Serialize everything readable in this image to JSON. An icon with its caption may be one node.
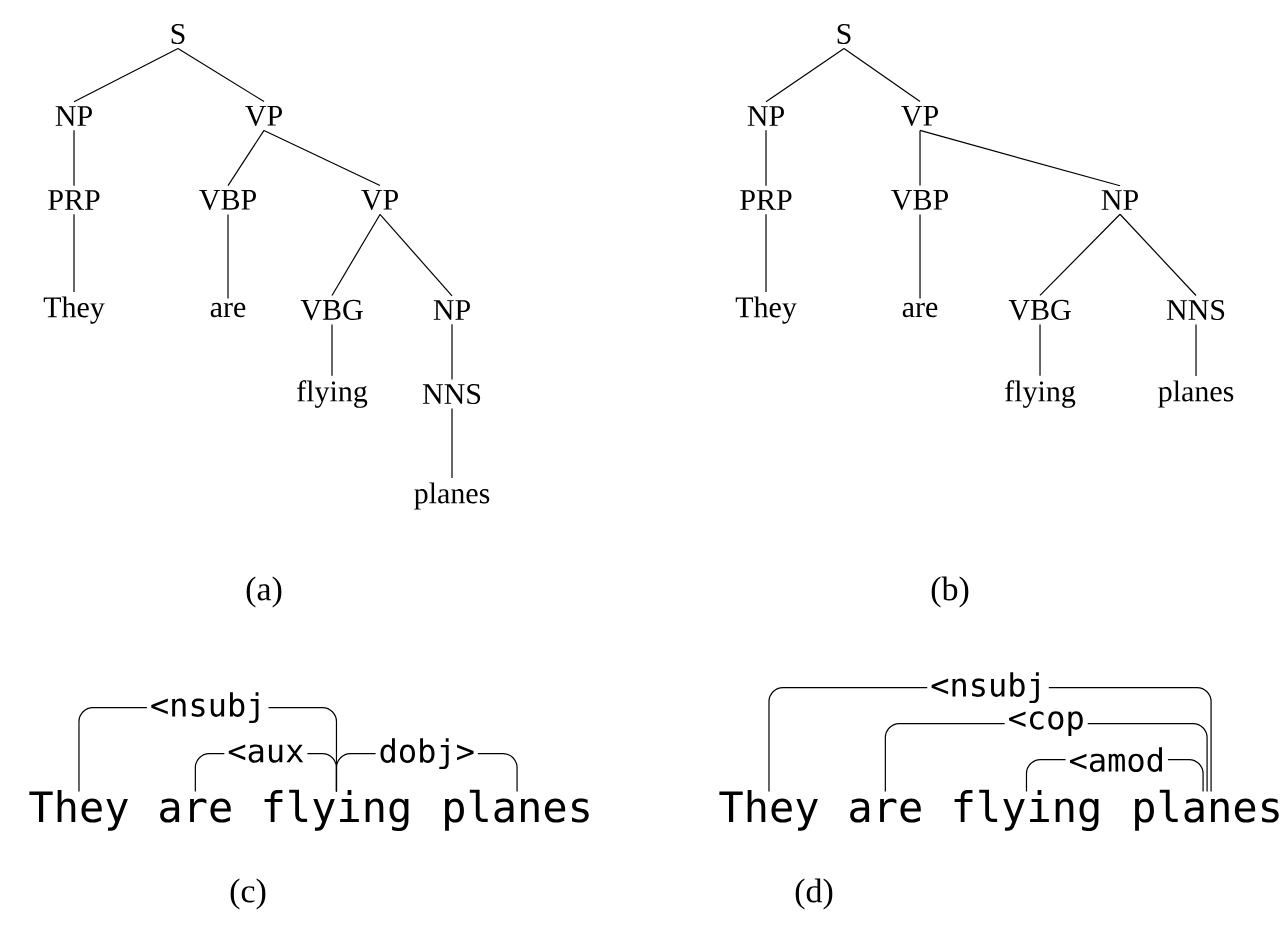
{
  "diagram": {
    "nodes": [
      {
        "text": [
          "S"
        ]
      },
      {
        "text": [
          "NP"
        ]
      },
      {
        "text": [
          "VP"
        ]
      },
      {
        "text": [
          "PRP"
        ]
      },
      {
        "text": [
          "VBP"
        ]
      },
      {
        "text": [
          "VP"
        ]
      },
      {
        "text": [
          "They"
        ]
      },
      {
        "text": [
          "are"
        ]
      },
      {
        "text": [
          "VBG"
        ]
      },
      {
        "text": [
          "NP"
        ]
      },
      {
        "text": [
          "flying"
        ]
      },
      {
        "text": [
          "NNS"
        ]
      },
      {
        "text": [
          "planes"
        ]
      },
      {
        "text": [
          "S"
        ]
      },
      {
        "text": [
          "NP"
        ]
      },
      {
        "text": [
          "VP"
        ]
      },
      {
        "text": [
          "PRP"
        ]
      },
      {
        "text": [
          "VBP"
        ]
      },
      {
        "text": [
          "NP"
        ]
      },
      {
        "text": [
          "They"
        ]
      },
      {
        "text": [
          "are"
        ]
      },
      {
        "text": [
          "VBG"
        ]
      },
      {
        "text": [
          "NNS"
        ]
      },
      {
        "text": [
          "flying"
        ]
      },
      {
        "text": [
          "planes"
        ]
      },
      {
        "text": [
          "They"
        ]
      },
      {
        "text": [
          "are"
        ]
      },
      {
        "text": [
          "flying"
        ]
      },
      {
        "text": [
          "planes"
        ]
      },
      {
        "text": [
          "They"
        ]
      },
      {
        "text": [
          "are"
        ]
      },
      {
        "text": [
          "flying"
        ]
      },
      {
        "text": [
          "planes"
        ]
      }
    ],
    "edges": [
      {
        "from": 0,
        "to": 1,
        "arrow": "none"
      },
      {
        "from": 0,
        "to": 2,
        "arrow": "none"
      },
      {
        "from": 1,
        "to": 3,
        "arrow": "none"
      },
      {
        "from": 2,
        "to": 4,
        "arrow": "none"
      },
      {
        "from": 2,
        "to": 5,
        "arrow": "none"
      },
      {
        "from": 3,
        "to": 6,
        "arrow": "none"
      },
      {
        "from": 4,
        "to": 7,
        "arrow": "none"
      },
      {
        "from": 5,
        "to": 8,
        "arrow": "none"
      },
      {
        "from": 5,
        "to": 9,
        "arrow": "none"
      },
      {
        "from": 8,
        "to": 10,
        "arrow": "none"
      },
      {
        "from": 9,
        "to": 11,
        "arrow": "none"
      },
      {
        "from": 11,
        "to": 12,
        "arrow": "none"
      },
      {
        "from": 13,
        "to": 14,
        "arrow": "none"
      },
      {
        "from": 13,
        "to": 15,
        "arrow": "none"
      },
      {
        "from": 14,
        "to": 16,
        "arrow": "none"
      },
      {
        "from": 15,
        "to": 17,
        "arrow": "none"
      },
      {
        "from": 15,
        "to": 18,
        "arrow": "none"
      },
      {
        "from": 16,
        "to": 19,
        "arrow": "none"
      },
      {
        "from": 17,
        "to": 20,
        "arrow": "none"
      },
      {
        "from": 18,
        "to": 21,
        "arrow": "none"
      },
      {
        "from": 18,
        "to": 22,
        "arrow": "none"
      },
      {
        "from": 21,
        "to": 23,
        "arrow": "none"
      },
      {
        "from": 22,
        "to": 24,
        "arrow": "none"
      },
      {
        "from": 27,
        "to": 25,
        "arrow": "none",
        "label": "<nsubj"
      },
      {
        "from": 27,
        "to": 26,
        "arrow": "none",
        "label": "<aux"
      },
      {
        "from": 27,
        "to": 28,
        "arrow": "none",
        "label": "dobj>"
      },
      {
        "from": 32,
        "to": 29,
        "arrow": "none",
        "label": "<nsubj"
      },
      {
        "from": 32,
        "to": 30,
        "arrow": "none",
        "label": "<cop"
      },
      {
        "from": 32,
        "to": 31,
        "arrow": "none",
        "label": "<amod"
      }
    ],
    "labels": [
      "(a)",
      "(b)",
      "(c)",
      "(d)"
    ]
  }
}
